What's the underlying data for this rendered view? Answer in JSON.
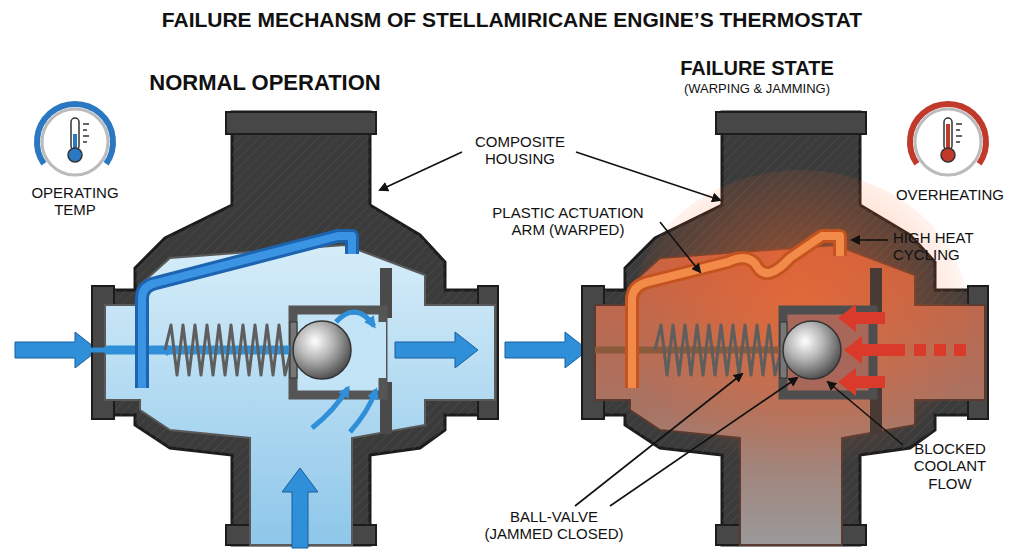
{
  "diagram": {
    "title": "FAILURE MECHANSM OF STELLAMIRICANE ENGINE’S THERMOSTAT",
    "labels": [
      "NORMAL OPERATION",
      "FAILURE STATE",
      "(WARPING & JAMMING)",
      "OPERATING TEMP",
      "COMPOSITE HOUSING",
      "OVERHEATING",
      "PLASTIC ACTUATION ARM (WARPED)",
      "HIGH HEAT CYCLING",
      "BLOCKED COOLANT FLOW",
      "BALL-VALVE (JAMMED CLOSED)"
    ]
  }
}
